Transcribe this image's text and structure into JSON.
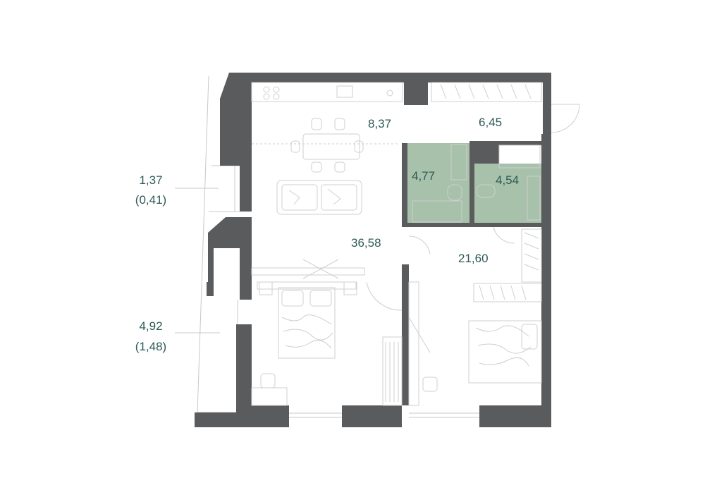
{
  "colors": {
    "wall": "#5a5b5d",
    "wet_area": "#a7c1ab",
    "label": "#2d5a56",
    "furniture_line": "#cfcfcf"
  },
  "rooms": {
    "kitchen": "8,37",
    "hall": "6,45",
    "bathroom": "4,77",
    "wc": "4,54",
    "living": "36,58",
    "bedroom": "21,60"
  },
  "balconies": {
    "upper": {
      "area": "1,37",
      "reduced": "(0,41)"
    },
    "lower": {
      "area": "4,92",
      "reduced": "(1,48)"
    }
  }
}
